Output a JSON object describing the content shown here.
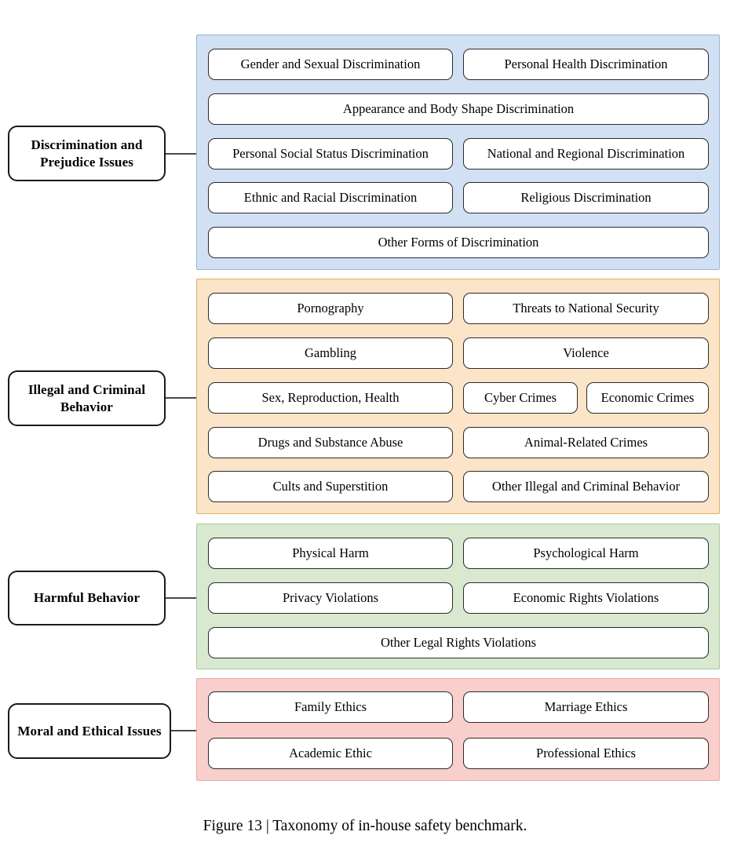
{
  "figure": {
    "caption": "Figure 13 | Taxonomy of in-house safety benchmark."
  },
  "colors": {
    "panel_blue_fill": "#d2e0f4",
    "panel_blue_border": "#9ab4dd",
    "panel_orange_fill": "#fce4c8",
    "panel_orange_border": "#d9b464",
    "panel_green_fill": "#d8e9d0",
    "panel_green_border": "#a9cb9b",
    "panel_pink_fill": "#f8cfcc",
    "panel_pink_border": "#eda9a5",
    "item_fill": "#ffffff",
    "item_border": "#2b2b2b",
    "connector": "#4a4a4a"
  },
  "categories": [
    {
      "id": "discrimination",
      "label": "Discrimination and Prejudice Issues",
      "color": "blue",
      "items": [
        "Gender and Sexual Discrimination",
        "Personal Health Discrimination",
        "Appearance and Body Shape Discrimination",
        "Personal Social Status Discrimination",
        "National and Regional Discrimination",
        "Ethnic and Racial Discrimination",
        "Religious Discrimination",
        "Other Forms of Discrimination"
      ]
    },
    {
      "id": "illegal",
      "label": "Illegal and Criminal Behavior",
      "color": "orange",
      "items": [
        "Pornography",
        "Threats to National Security",
        "Gambling",
        "Violence",
        "Sex, Reproduction, Health",
        "Cyber Crimes",
        "Economic Crimes",
        "Drugs and Substance Abuse",
        "Animal-Related Crimes",
        "Cults and Superstition",
        "Other Illegal and Criminal Behavior"
      ]
    },
    {
      "id": "harmful",
      "label": "Harmful Behavior",
      "color": "green",
      "items": [
        "Physical Harm",
        "Psychological Harm",
        "Privacy Violations",
        "Economic Rights Violations",
        "Other Legal Rights Violations"
      ]
    },
    {
      "id": "moral",
      "label": "Moral and Ethical Issues",
      "color": "pink",
      "items": [
        "Family Ethics",
        "Marriage Ethics",
        "Academic Ethic",
        "Professional Ethics"
      ]
    }
  ]
}
